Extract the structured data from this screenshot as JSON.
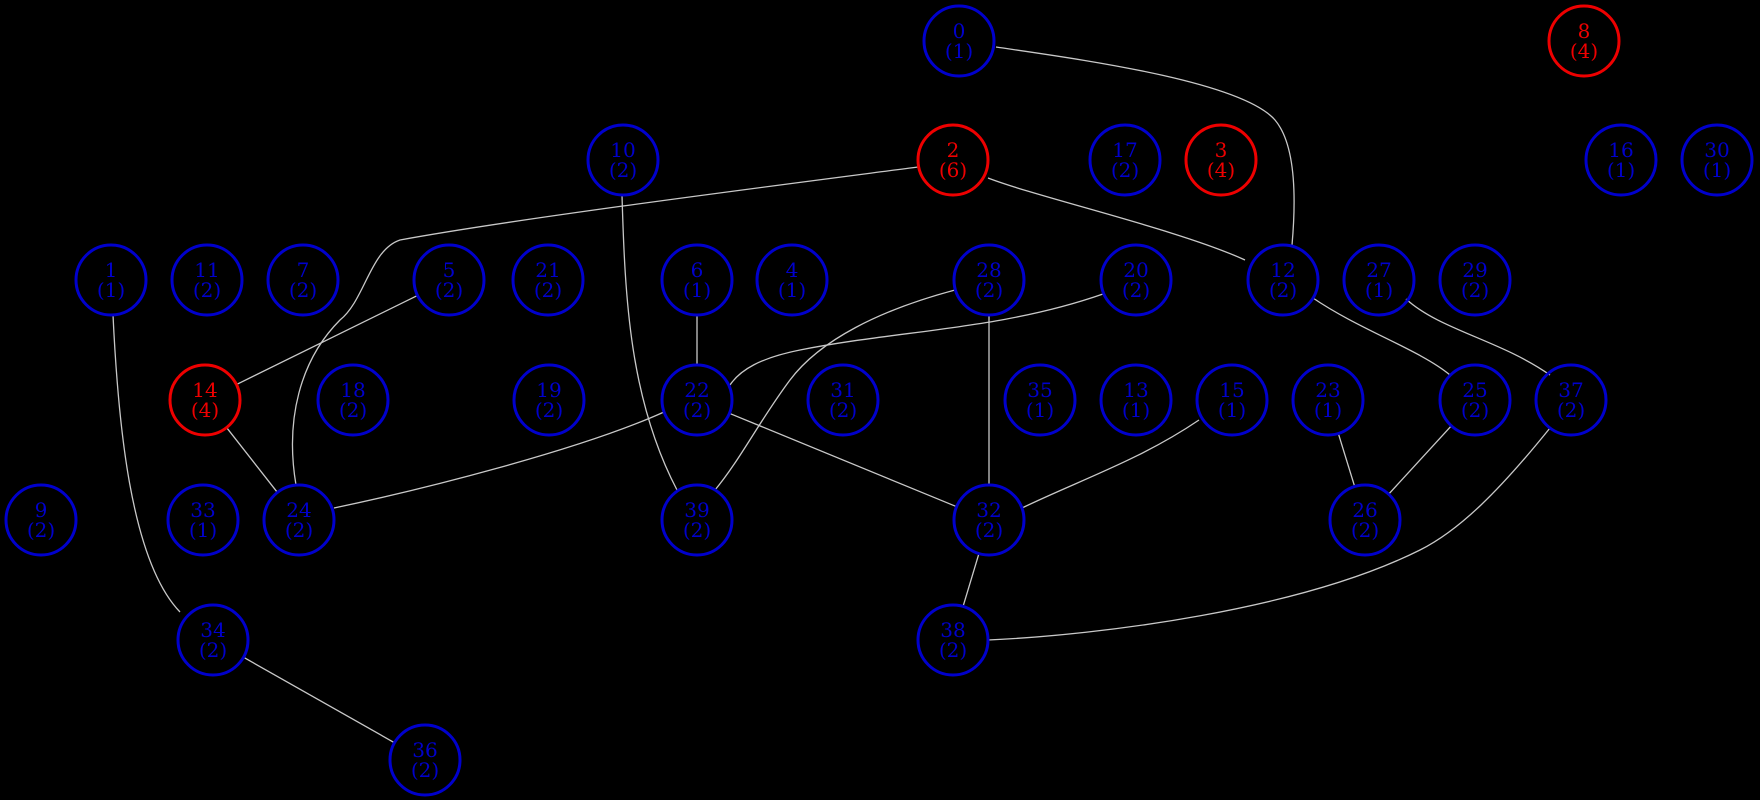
{
  "colors": {
    "background": "#000000",
    "normal": "#0000cc",
    "highlight": "#ee0000",
    "edge": "#c8c8c8"
  },
  "nodes": [
    {
      "id": "0",
      "label": "0",
      "count": "(1)",
      "status": "normal"
    },
    {
      "id": "8",
      "label": "8",
      "count": "(4)",
      "status": "highlight"
    },
    {
      "id": "10",
      "label": "10",
      "count": "(2)",
      "status": "normal"
    },
    {
      "id": "2",
      "label": "2",
      "count": "(6)",
      "status": "highlight"
    },
    {
      "id": "17",
      "label": "17",
      "count": "(2)",
      "status": "normal"
    },
    {
      "id": "3",
      "label": "3",
      "count": "(4)",
      "status": "highlight"
    },
    {
      "id": "16",
      "label": "16",
      "count": "(1)",
      "status": "normal"
    },
    {
      "id": "30",
      "label": "30",
      "count": "(1)",
      "status": "normal"
    },
    {
      "id": "1",
      "label": "1",
      "count": "(1)",
      "status": "normal"
    },
    {
      "id": "11",
      "label": "11",
      "count": "(2)",
      "status": "normal"
    },
    {
      "id": "7",
      "label": "7",
      "count": "(2)",
      "status": "normal"
    },
    {
      "id": "5",
      "label": "5",
      "count": "(2)",
      "status": "normal"
    },
    {
      "id": "21",
      "label": "21",
      "count": "(2)",
      "status": "normal"
    },
    {
      "id": "6",
      "label": "6",
      "count": "(1)",
      "status": "normal"
    },
    {
      "id": "4",
      "label": "4",
      "count": "(1)",
      "status": "normal"
    },
    {
      "id": "28",
      "label": "28",
      "count": "(2)",
      "status": "normal"
    },
    {
      "id": "20",
      "label": "20",
      "count": "(2)",
      "status": "normal"
    },
    {
      "id": "12",
      "label": "12",
      "count": "(2)",
      "status": "normal"
    },
    {
      "id": "27",
      "label": "27",
      "count": "(1)",
      "status": "normal"
    },
    {
      "id": "29",
      "label": "29",
      "count": "(2)",
      "status": "normal"
    },
    {
      "id": "14",
      "label": "14",
      "count": "(4)",
      "status": "highlight"
    },
    {
      "id": "18",
      "label": "18",
      "count": "(2)",
      "status": "normal"
    },
    {
      "id": "19",
      "label": "19",
      "count": "(2)",
      "status": "normal"
    },
    {
      "id": "22",
      "label": "22",
      "count": "(2)",
      "status": "normal"
    },
    {
      "id": "31",
      "label": "31",
      "count": "(2)",
      "status": "normal"
    },
    {
      "id": "35",
      "label": "35",
      "count": "(1)",
      "status": "normal"
    },
    {
      "id": "13",
      "label": "13",
      "count": "(1)",
      "status": "normal"
    },
    {
      "id": "15",
      "label": "15",
      "count": "(1)",
      "status": "normal"
    },
    {
      "id": "23",
      "label": "23",
      "count": "(1)",
      "status": "normal"
    },
    {
      "id": "25",
      "label": "25",
      "count": "(2)",
      "status": "normal"
    },
    {
      "id": "37",
      "label": "37",
      "count": "(2)",
      "status": "normal"
    },
    {
      "id": "9",
      "label": "9",
      "count": "(2)",
      "status": "normal"
    },
    {
      "id": "33",
      "label": "33",
      "count": "(1)",
      "status": "normal"
    },
    {
      "id": "24",
      "label": "24",
      "count": "(2)",
      "status": "normal"
    },
    {
      "id": "39",
      "label": "39",
      "count": "(2)",
      "status": "normal"
    },
    {
      "id": "32",
      "label": "32",
      "count": "(2)",
      "status": "normal"
    },
    {
      "id": "26",
      "label": "26",
      "count": "(2)",
      "status": "normal"
    },
    {
      "id": "34",
      "label": "34",
      "count": "(2)",
      "status": "normal"
    },
    {
      "id": "38",
      "label": "38",
      "count": "(2)",
      "status": "normal"
    },
    {
      "id": "36",
      "label": "36",
      "count": "(2)",
      "status": "normal"
    }
  ],
  "edges": [
    {
      "from": "0",
      "to": "12"
    },
    {
      "from": "2",
      "to": "24"
    },
    {
      "from": "2",
      "to": "12"
    },
    {
      "from": "10",
      "to": "39"
    },
    {
      "from": "5",
      "to": "14"
    },
    {
      "from": "6",
      "to": "22"
    },
    {
      "from": "28",
      "to": "39"
    },
    {
      "from": "28",
      "to": "32"
    },
    {
      "from": "20",
      "to": "22"
    },
    {
      "from": "12",
      "to": "25"
    },
    {
      "from": "27",
      "to": "37"
    },
    {
      "from": "1",
      "to": "34"
    },
    {
      "from": "14",
      "to": "24"
    },
    {
      "from": "22",
      "to": "24"
    },
    {
      "from": "22",
      "to": "32"
    },
    {
      "from": "15",
      "to": "32"
    },
    {
      "from": "23",
      "to": "26"
    },
    {
      "from": "25",
      "to": "26"
    },
    {
      "from": "37",
      "to": "38"
    },
    {
      "from": "32",
      "to": "38"
    },
    {
      "from": "34",
      "to": "36"
    }
  ]
}
